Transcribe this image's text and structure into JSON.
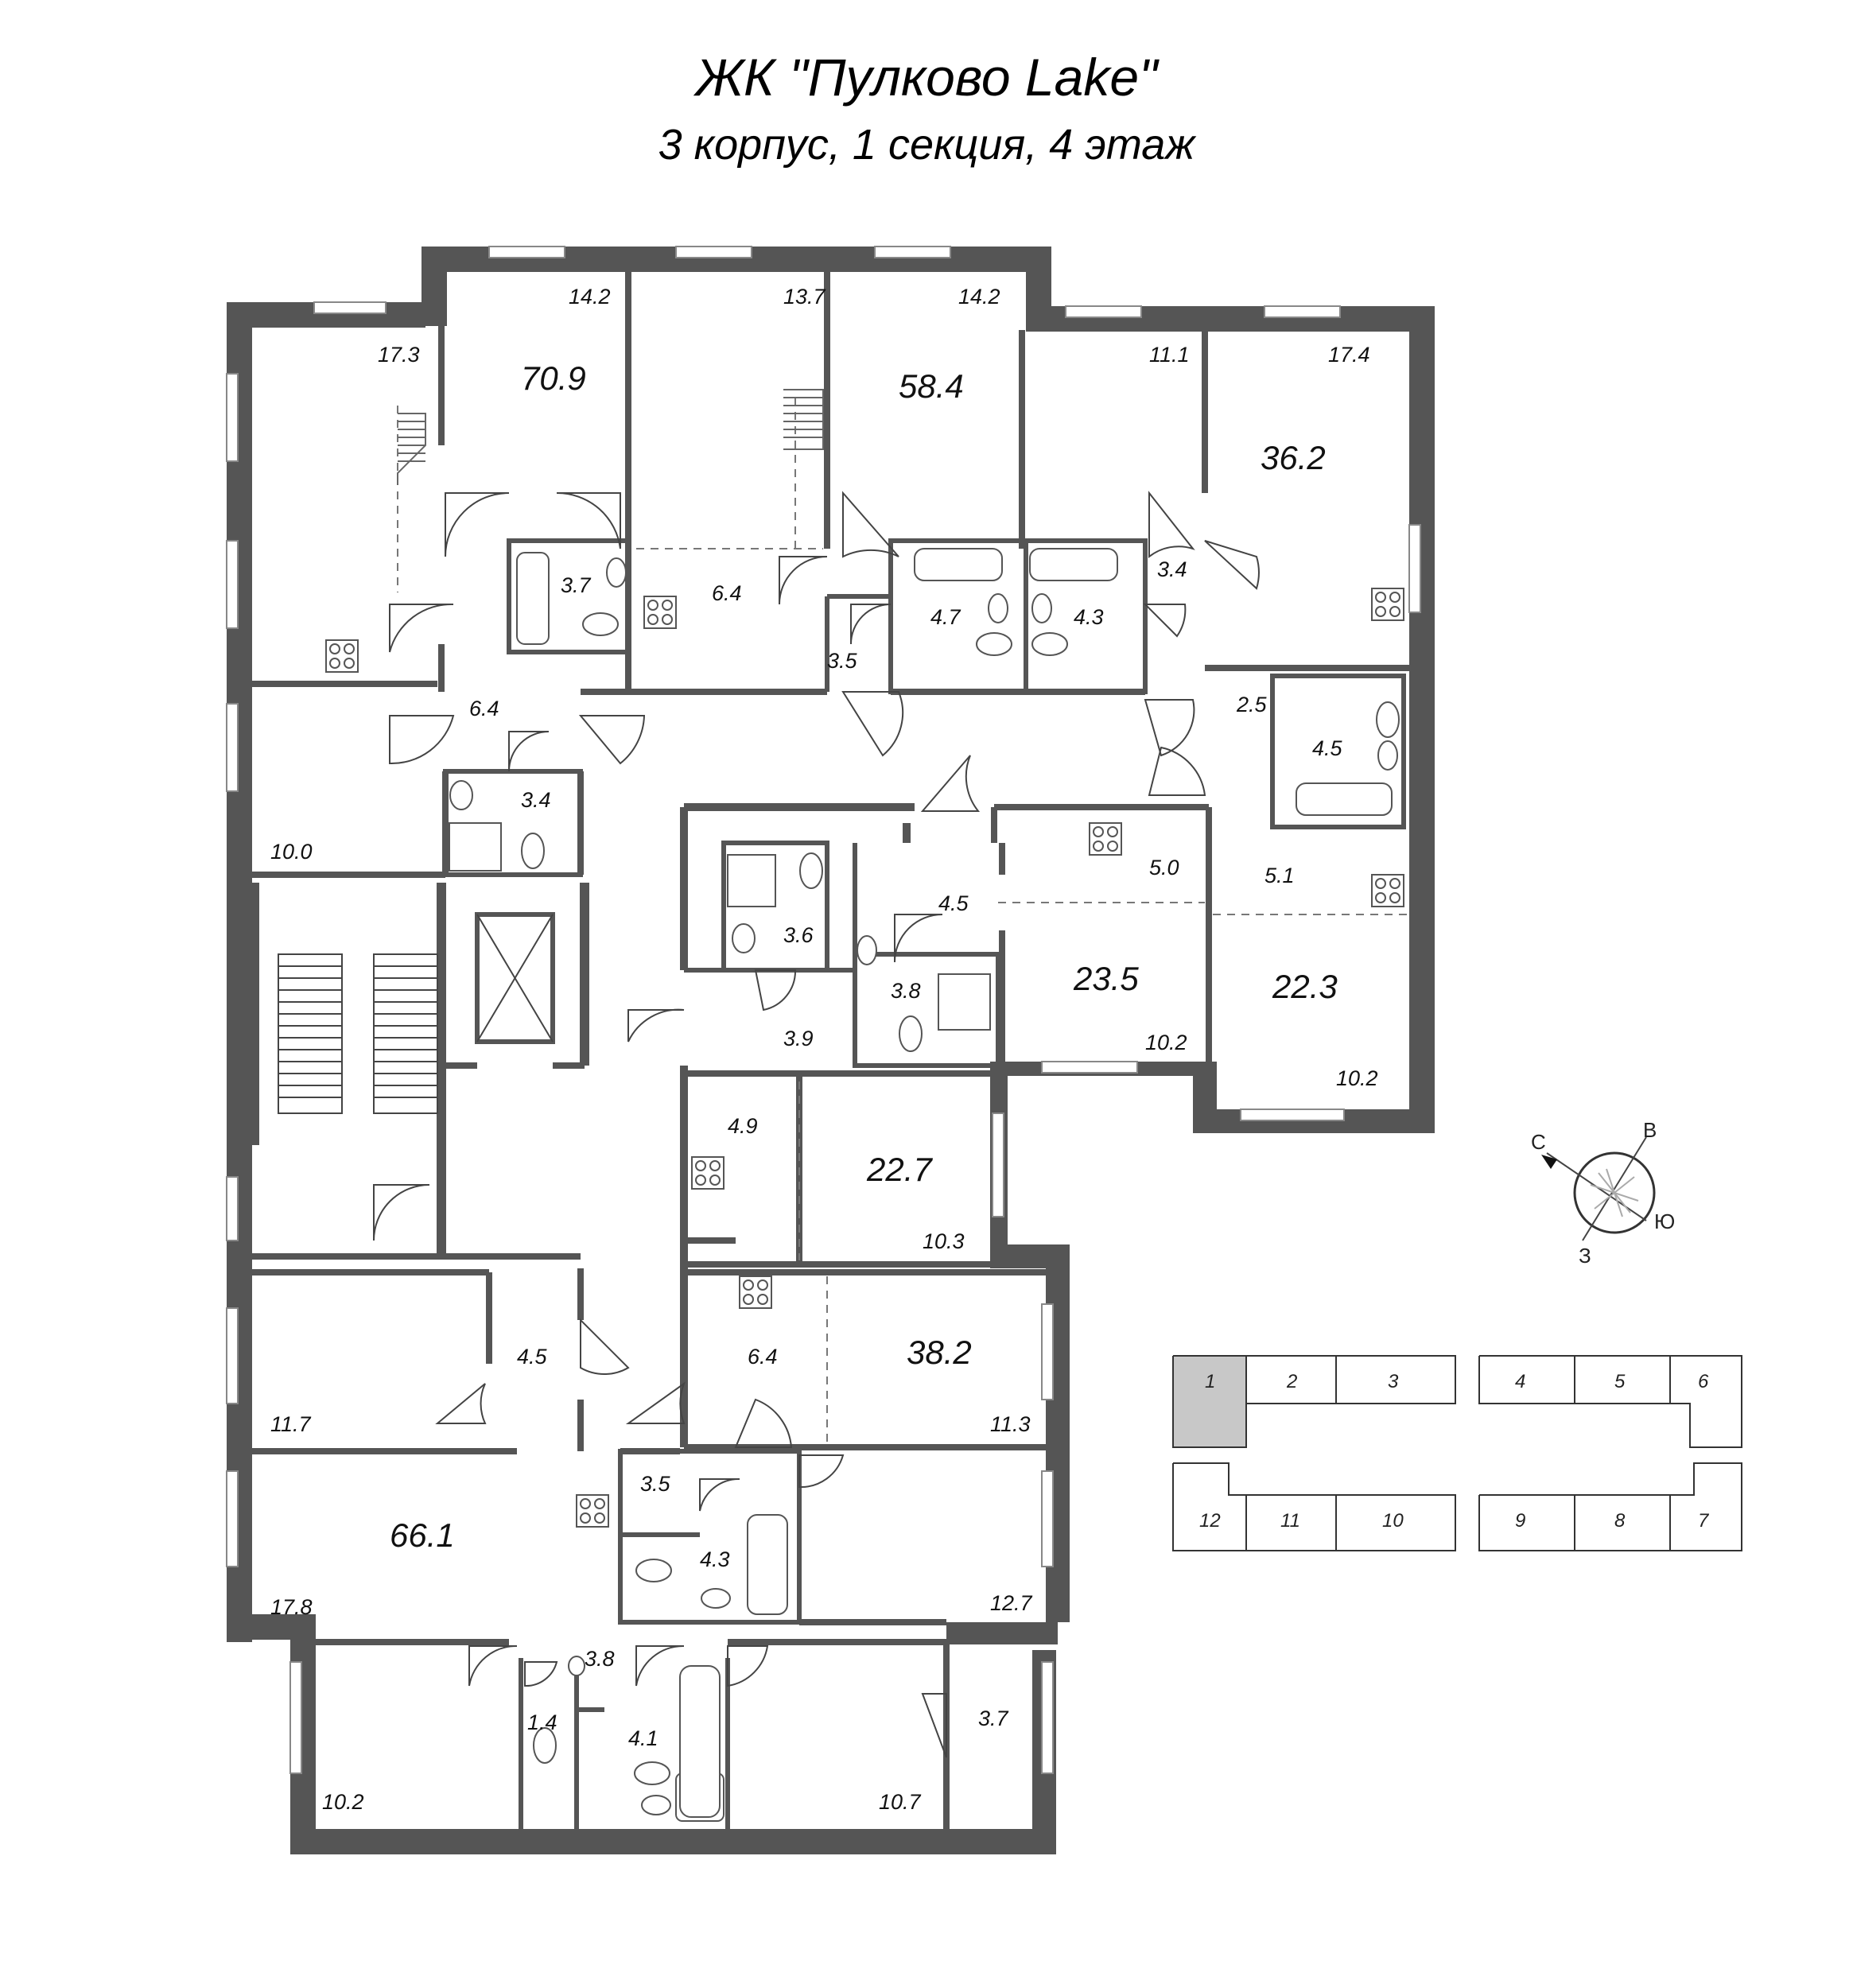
{
  "header": {
    "title": "ЖК \"Пулково Lake\"",
    "subtitle": "3 корпус, 1 секция, 4 этаж"
  },
  "plan": {
    "totals": {
      "apt1": "70.9",
      "apt2": "58.4",
      "apt3": "36.2",
      "apt4": "23.5",
      "apt5": "22.3",
      "apt6": "22.7",
      "apt7": "38.2",
      "apt8": "66.1"
    },
    "rooms": {
      "r17_3": "17.3",
      "r14_2a": "14.2",
      "r13_7": "13.7",
      "r14_2b": "14.2",
      "r11_1": "11.1",
      "r17_4": "17.4",
      "r3_7a": "3.7",
      "r6_4a": "6.4",
      "r3_4a": "3.4",
      "r4_7": "4.7",
      "r4_3a": "4.3",
      "r3_5a": "3.5",
      "r6_4b": "6.4",
      "r3_4b": "3.4",
      "r10_0": "10.0",
      "r2_5": "2.5",
      "r4_5a": "4.5",
      "r5_0": "5.0",
      "r5_1": "5.1",
      "r4_5b": "4.5",
      "r3_6": "3.6",
      "r3_8a": "3.8",
      "r3_9": "3.9",
      "r10_2a": "10.2",
      "r10_2b": "10.2",
      "r4_9": "4.9",
      "r10_3": "10.3",
      "r6_4c": "6.4",
      "r11_3": "11.3",
      "r4_5c": "4.5",
      "r11_7": "11.7",
      "r3_5b": "3.5",
      "r4_3b": "4.3",
      "r17_8": "17.8",
      "r12_7": "12.7",
      "r3_8b": "3.8",
      "r1_4": "1.4",
      "r4_1": "4.1",
      "r3_7b": "3.7",
      "r10_2c": "10.2",
      "r10_7": "10.7"
    }
  },
  "compass": {
    "north": "С",
    "east": "В",
    "south": "Ю",
    "west": "З"
  },
  "sections": {
    "top": [
      "1",
      "2",
      "3",
      "4",
      "5",
      "6"
    ],
    "bottom": [
      "12",
      "11",
      "10",
      "9",
      "8",
      "7"
    ],
    "highlight_color": "#c8c8c8"
  }
}
